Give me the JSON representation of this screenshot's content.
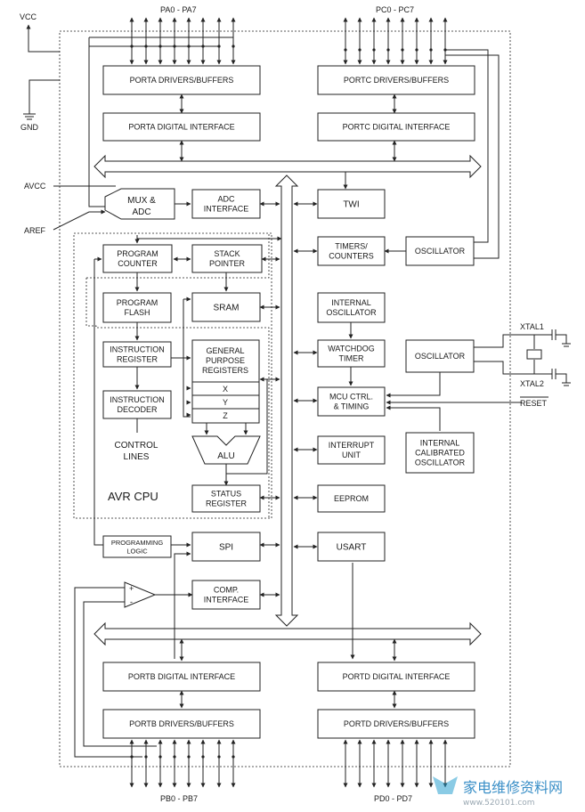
{
  "pins": {
    "vcc": "VCC",
    "gnd": "GND",
    "avcc": "AVCC",
    "aref": "AREF",
    "pa": "PA0 - PA7",
    "pc": "PC0 - PC7",
    "pb": "PB0 - PB7",
    "pd": "PD0 - PD7",
    "xtal1": "XTAL1",
    "xtal2": "XTAL2",
    "reset": "RESET"
  },
  "blocks": {
    "porta_drivers": [
      "PORTA DRIVERS/BUFFERS"
    ],
    "porta_interface": [
      "PORTA DIGITAL INTERFACE"
    ],
    "portc_drivers": [
      "PORTC DRIVERS/BUFFERS"
    ],
    "portc_interface": [
      "PORTC DIGITAL INTERFACE"
    ],
    "mux_adc": [
      "MUX &",
      "ADC"
    ],
    "adc_interface": [
      "ADC",
      "INTERFACE"
    ],
    "twi": [
      "TWI"
    ],
    "program_counter": [
      "PROGRAM",
      "COUNTER"
    ],
    "stack_pointer": [
      "STACK",
      "POINTER"
    ],
    "timers_counters": [
      "TIMERS/",
      "COUNTERS"
    ],
    "oscillator_top": [
      "OSCILLATOR"
    ],
    "program_flash": [
      "PROGRAM",
      "FLASH"
    ],
    "sram": [
      "SRAM"
    ],
    "internal_oscillator": [
      "INTERNAL",
      "OSCILLATOR"
    ],
    "instruction_register": [
      "INSTRUCTION",
      "REGISTER"
    ],
    "general_purpose_registers": [
      "GENERAL",
      "PURPOSE",
      "REGISTERS"
    ],
    "reg_x": [
      "X"
    ],
    "reg_y": [
      "Y"
    ],
    "reg_z": [
      "Z"
    ],
    "watchdog_timer": [
      "WATCHDOG",
      "TIMER"
    ],
    "oscillator_xtal": [
      "OSCILLATOR"
    ],
    "instruction_decoder": [
      "INSTRUCTION",
      "DECODER"
    ],
    "mcu_ctrl": [
      "MCU CTRL.",
      "& TIMING"
    ],
    "control_lines": [
      "CONTROL",
      "LINES"
    ],
    "alu": [
      "ALU"
    ],
    "interrupt_unit": [
      "INTERRUPT",
      "UNIT"
    ],
    "internal_calibrated_oscillator": [
      "INTERNAL",
      "CALIBRATED",
      "OSCILLATOR"
    ],
    "avr_cpu": [
      "AVR CPU"
    ],
    "status_register": [
      "STATUS",
      "REGISTER"
    ],
    "eeprom": [
      "EEPROM"
    ],
    "programming_logic": [
      "PROGRAMMING",
      "LOGIC"
    ],
    "spi": [
      "SPI"
    ],
    "usart": [
      "USART"
    ],
    "comp_plus": [
      "+"
    ],
    "comp_minus": [
      "-"
    ],
    "comp_interface": [
      "COMP.",
      "INTERFACE"
    ],
    "portb_interface": [
      "PORTB DIGITAL INTERFACE"
    ],
    "portd_interface": [
      "PORTD DIGITAL INTERFACE"
    ],
    "portb_drivers": [
      "PORTB DRIVERS/BUFFERS"
    ],
    "portd_drivers": [
      "PORTD DRIVERS/BUFFERS"
    ]
  },
  "watermark": {
    "name": "家电维修资料网",
    "url": "www.520101.com"
  }
}
